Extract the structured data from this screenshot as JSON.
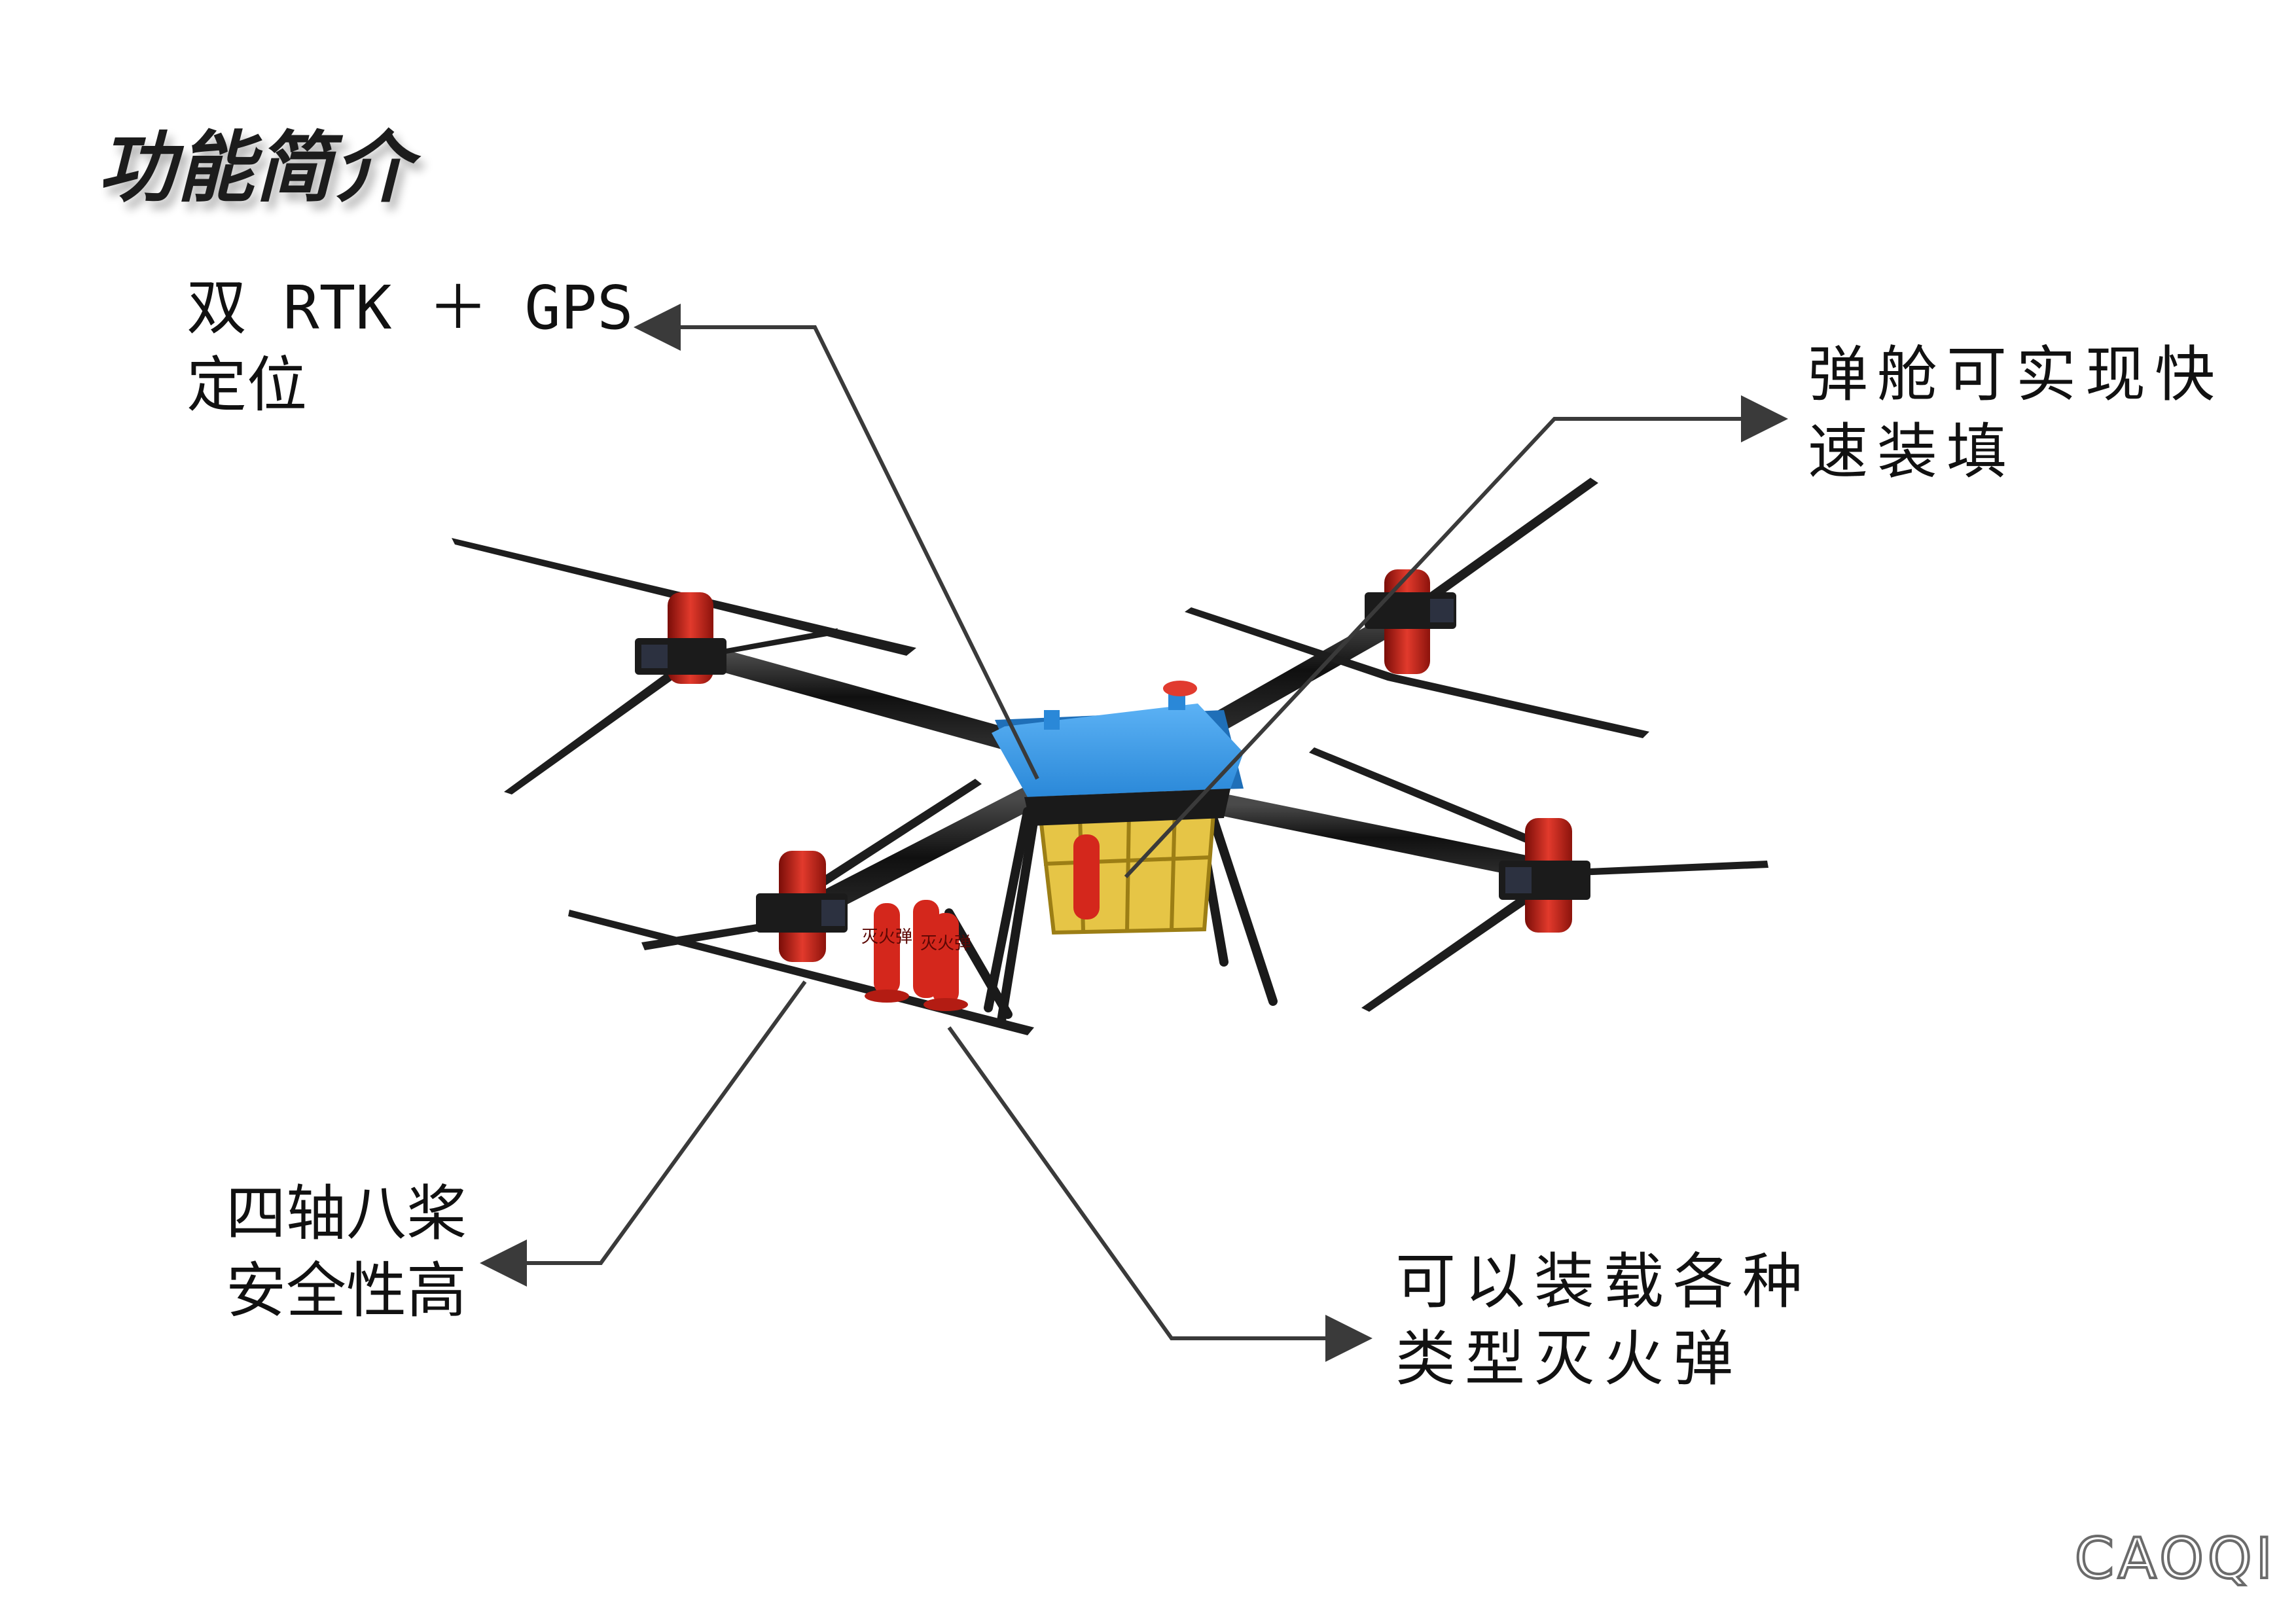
{
  "title": "功能简介",
  "callouts": {
    "rtk": {
      "line1": "双 RTK ＋ GPS",
      "line2": "定位"
    },
    "bay": {
      "line1": "弹舱可实现快",
      "line2": "速装填"
    },
    "axis": {
      "line1": "四轴八桨",
      "line2": "安全性高"
    },
    "load": {
      "line1": "可以装载各种",
      "line2": "类型灭火弹"
    }
  },
  "logo": "CAOQI",
  "bomb_label": "灭火弹",
  "colors": {
    "canopy": "#2b8fe0",
    "bay": "#d9b62e",
    "motor": "#c8221a",
    "arm": "#141414",
    "leader_line": "#3a3a3a"
  }
}
